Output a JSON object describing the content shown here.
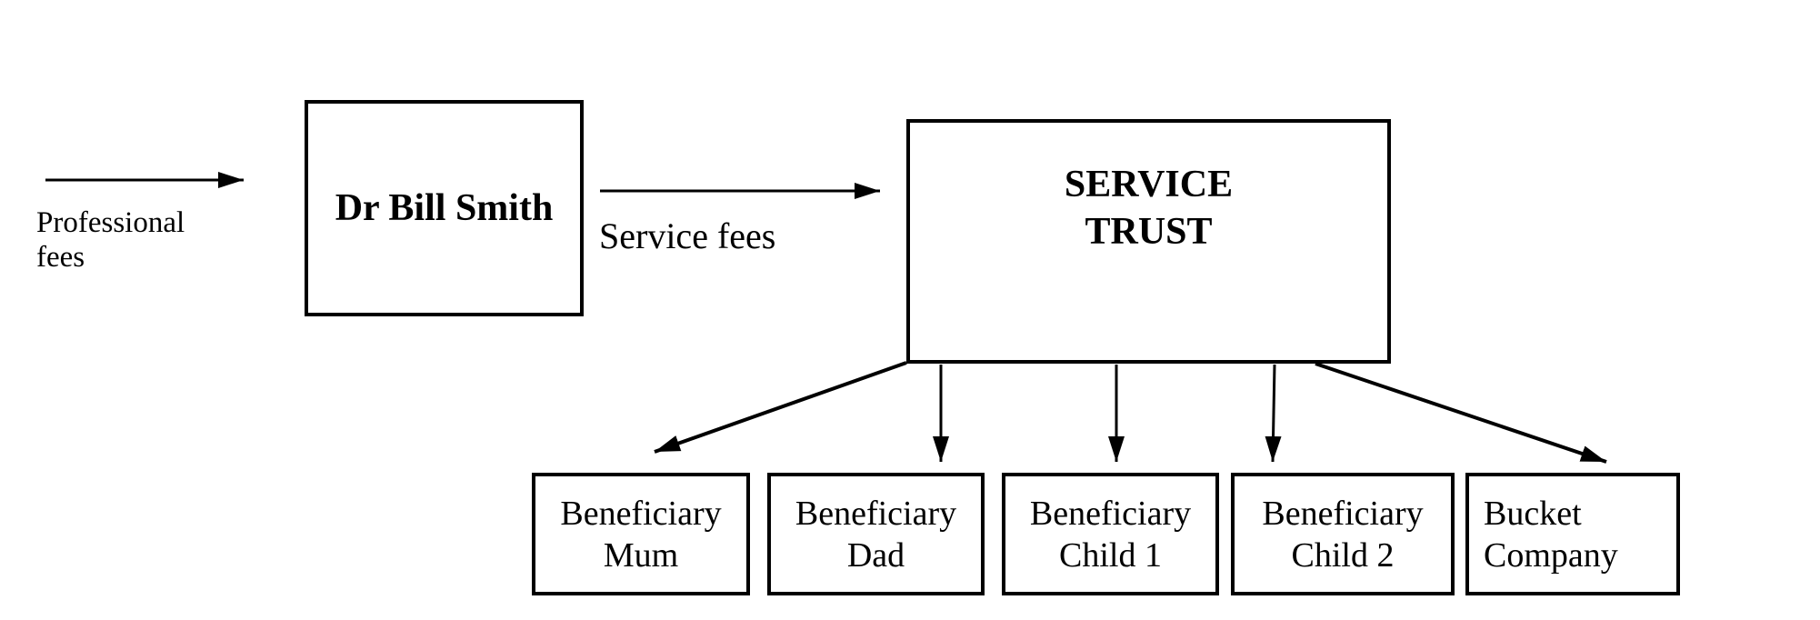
{
  "diagram": {
    "flow_labels": {
      "professional_fees": "Professional\nfees",
      "service_fees": "Service fees"
    },
    "nodes": {
      "practitioner": {
        "label": "Dr Bill Smith"
      },
      "trust": {
        "label": "SERVICE\nTRUST"
      },
      "beneficiaries": [
        {
          "label": "Beneficiary\nMum"
        },
        {
          "label": "Beneficiary\nDad"
        },
        {
          "label": "Beneficiary\nChild 1"
        },
        {
          "label": "Beneficiary\nChild 2"
        },
        {
          "label": "Bucket\nCompany"
        }
      ]
    },
    "colors": {
      "line": "#000000",
      "text": "#000000",
      "background": "#ffffff"
    }
  }
}
